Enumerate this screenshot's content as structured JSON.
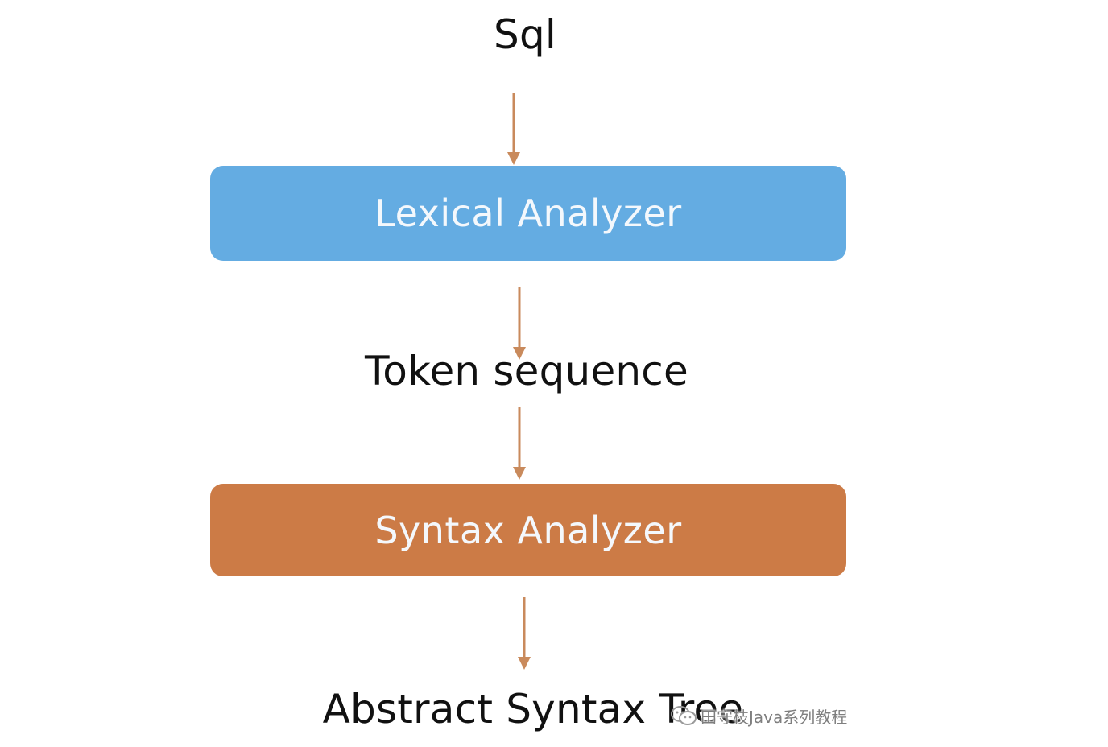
{
  "diagram": {
    "input_label": "Sql",
    "lexer_box": {
      "label": "Lexical Analyzer",
      "color": "#64ace2"
    },
    "intermediate_label": "Token sequence",
    "parser_box": {
      "label": "Syntax Analyzer",
      "color": "#cc7b46"
    },
    "output_label": "Abstract Syntax Tree",
    "arrow_color": "#c98a5c"
  },
  "watermark": {
    "text": "田守枝Java系列教程",
    "icon": "wechat-logo-icon"
  }
}
